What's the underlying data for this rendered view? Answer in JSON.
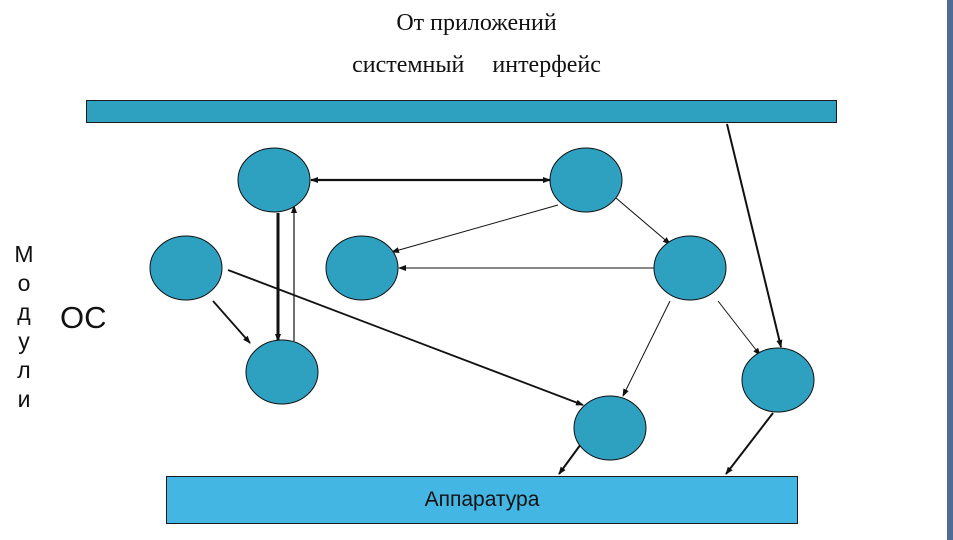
{
  "title": {
    "line1": "От приложений",
    "line2_left": "системный",
    "line2_right": "интерфейс"
  },
  "side_label": {
    "vertical_text": [
      "М",
      "о",
      "д",
      "у",
      "л",
      "и"
    ],
    "os_text": "ОС"
  },
  "top_bar": {
    "label": ""
  },
  "bottom_bar": {
    "label": "Аппаратура"
  },
  "colors": {
    "module_fill": "#2ea1c0",
    "top_bar_fill": "#2ea1c0",
    "bottom_bar_fill": "#44b6e3",
    "stroke": "#111111"
  },
  "nodes": [
    {
      "id": "m1",
      "name": "module-top-left"
    },
    {
      "id": "m2",
      "name": "module-top-right"
    },
    {
      "id": "m3",
      "name": "module-left"
    },
    {
      "id": "m4",
      "name": "module-center"
    },
    {
      "id": "m5",
      "name": "module-right"
    },
    {
      "id": "m6",
      "name": "module-bottom-left"
    },
    {
      "id": "m7",
      "name": "module-far-right"
    },
    {
      "id": "m8",
      "name": "module-bottom-center"
    }
  ],
  "edges": [
    {
      "from": "m1",
      "to": "m2",
      "bidirectional": true,
      "weight": "thick"
    },
    {
      "from": "m1",
      "to": "m6",
      "bidirectional": false,
      "weight": "thick"
    },
    {
      "from": "m6",
      "to": "m1",
      "bidirectional": false,
      "weight": "thin"
    },
    {
      "from": "m3",
      "to": "m6",
      "bidirectional": false,
      "weight": "medium"
    },
    {
      "from": "m3",
      "to": "m8",
      "bidirectional": false,
      "weight": "medium"
    },
    {
      "from": "m2",
      "to": "m4",
      "bidirectional": false,
      "weight": "thin"
    },
    {
      "from": "m2",
      "to": "m5",
      "bidirectional": false,
      "weight": "thin"
    },
    {
      "from": "m5",
      "to": "m4",
      "bidirectional": false,
      "weight": "thin"
    },
    {
      "from": "m5",
      "to": "m8",
      "bidirectional": false,
      "weight": "thin"
    },
    {
      "from": "m5",
      "to": "m7",
      "bidirectional": false,
      "weight": "thin"
    },
    {
      "from": "top_bar",
      "to": "m7",
      "bidirectional": false,
      "weight": "medium"
    },
    {
      "from": "m8",
      "to": "bottom_bar",
      "bidirectional": false,
      "weight": "medium"
    },
    {
      "from": "m7",
      "to": "bottom_bar",
      "bidirectional": false,
      "weight": "medium"
    }
  ]
}
